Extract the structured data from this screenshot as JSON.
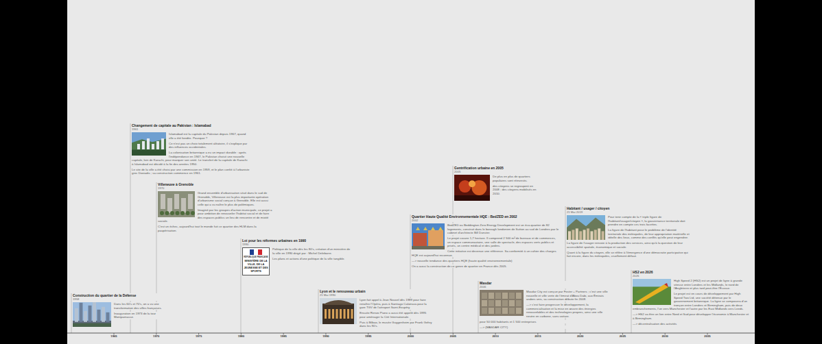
{
  "diagram": {
    "nodes": [
      {
        "text": [
          "Construction du quartier de la Défense",
          "1958",
          "Dans les 60's et 70's, on a vu une transformation des villes françaises.",
          "Inauguration en 1973 de la tour Montparnasse."
        ]
      },
      {
        "text": [
          "Changement de capitale au Pakistan : Islamabad",
          "1961",
          "Islamabad est la capitale du Pakistan depuis 1967, quand elle a été fondée. Pourquoi ?",
          "Ce n'est pas un choix totalement aléatoire, il s'explique par des influences occidentales.",
          "La colonisation britannique a eu un impact durable : après l'indépendance en 1947, le Pakistan choisit une nouvelle capitale, loin de Karachi, pour marquer son unité. Le transfert de la capitale de Karachi à Islamabad est décidé à la fin des années 1950.",
          "Le site de la ville a été choisi par une commission en 1959, et le plan confié à l'urbaniste grec Doxiadis ; sa construction commence en 1961."
        ]
      },
      {
        "text": [
          "Villeneuve à Grenoble",
          "1970",
          "Grand ensemble d'urbanisation situé dans le sud de Grenoble, Villeneuve est la plus importante opération d'urbanisme social conçue à Grenoble. Elle est aussi celle qui a vu naître le plus de polémiques.",
          "Imaginé par les groupes d'action municipale, ce projet a pour ambition de renouveler l'habitat social et de faire des espaces publics un lieu de rencontre et de mixité sociale.",
          "C'est un échec, aujourd'hui tout le monde fuit ce quartier des HLM dans la paupérisation."
        ]
      },
      {
        "text": [
          "Loi pour les réformes urbaines en 1990",
          "1990",
          "Politique de la ville dès les 80's, création d'un ministère de la ville en 1990 dirigé par : Michel Delebarre.",
          "Les plans et actions d'une politique de la ville tangible."
        ]
      },
      {
        "text": [
          "RÉPUBLIQUE FRANÇAISE",
          "MINISTÈRE DE LA VILLE, DE LA JEUNESSE ET DES SPORTS"
        ],
        "in": 3
      },
      {
        "text": [
          "Lyon et le renouveau urbain",
          "21 Mai 1990",
          "Lyon fait appel à Jean Nouvel dès 1989 pour faire renaître l'Opéra, puis à Santiago Calatrava pour la gare TGV de l'aéroport Saint-Exupéry.",
          "Ensuite Renzo Piano a aussi été appelé dès 1995 pour aménager la Cité Internationale.",
          "Puis à Bilbao, le musée Guggenheim par Frank Gehry dans les 90's."
        ]
      },
      {
        "text": [
          "Quartier Haute Qualité Environnementale HQE : BedZED en 2002",
          "2002",
          "BedZED ou Beddington Zero Energy Development est un éco-quartier de 82 logements, construit dans le borough londonien de Sutton au sud de Londres par le cabinet d'architecte Bill Dunster.",
          "Le projet couvre 1,7 hectare. Il comprend 2 500 m² de bureaux et de commerces, un espace communautaire, une salle de spectacle, des espaces verts publics et privés, un centre médical et des jardins.",
          "Cette initiative est devenue une référence. Sa conformité à un cahier des charges HQE est aujourd'hui reconnue.",
          "—> nouvelle tendance des quartiers HQE (haute qualité environnementale)",
          "On a aussi la construction de ce genre de quartier en France dès 2005."
        ]
      },
      {
        "text": [
          "Gentrification urbaine en 2005",
          "2005",
          "De plus en plus de quartiers populaires sont réinvestis.",
          "des citoyens se regroupent en 2008 ; des citoyens mobilisés en 2010."
        ]
      },
      {
        "text": [
          "Masdar",
          "2006",
          "Masdar City est conçue par Foster + Partners ; c'est une ville nouvelle et ville verte de l'émirat d'Abou Dabi, aux Émirats arabes unis, sa construction débute fin 2008.",
          "—> c'est faire progresser le développement, la commercialisation et la mise en œuvre des énergies renouvelables et des technologies propres, ainsi une ville neutre en carbone, sans voiture.",
          "pour 50 000 habitants et 1 500 entreprises",
          "—> (MASDAR CITY)"
        ]
      },
      {
        "text": [
          "Habitant / usager / citoyen",
          "21 Mai 2019",
          "Pour tenir compte de la « triple figure de l'habitant/usager/citoyen », la gouvernance territoriale doit prendre en compte ces trois facettes.",
          "La figure de l'habitant pose le problème de l'identité territoriale des métropoles, de leur appropriation matérielle et idéelle des lieux, comme des conflits qu'elle peut engendrer.",
          "La figure de l'usager renvoie à la production des services, ainsi qu'à la question de leur accessibilité spatiale, économique et sociale.",
          "Quant à la figure du citoyen, elle se réfère à l'émergence d'une démocratie participative qui fait encore, dans les métropoles, cruellement défaut."
        ]
      },
      {
        "text": [
          "HS2 en 2026",
          "2026",
          "High Speed 2 (HS2) est un projet de ligne à grande vitesse entre Londres et les Midlands, le nord de l'Angleterre et plus tard peut-être l'Écosse.",
          "Le projet est en cours de développement par High Speed Two Ltd, une société détenue par le gouvernement britannique. La ligne se composera d'un tronçon entre Londres et Birmingham, puis de deux embranchements, l'un vers Manchester et l'autre par les East Midlands vers Leeds.",
          "—> HS2 va être un lien entre Nord et Sud pour développer l'économie à Manchester et à Birmingham.",
          "—> décentralisation des activités"
        ]
      }
    ],
    "labels": [
      "1965",
      "1970",
      "1975",
      "1980",
      "1985",
      "1990",
      "1995",
      "2000",
      "2005",
      "2010",
      "2015",
      "2020",
      "2025",
      "2030",
      "2035"
    ]
  }
}
